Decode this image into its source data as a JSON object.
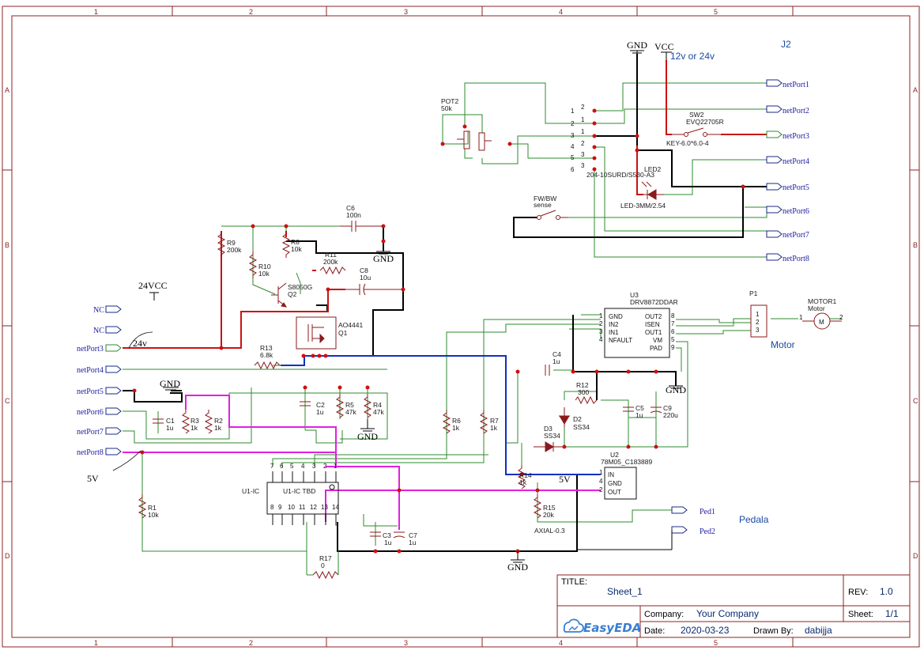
{
  "title_block": {
    "title_label": "TITLE:",
    "title": "Sheet_1",
    "rev_label": "REV:",
    "rev": "1.0",
    "company_label": "Company:",
    "company": "Your Company",
    "sheet_label": "Sheet:",
    "sheet": "1/1",
    "date_label": "Date:",
    "date": "2020-03-23",
    "drawn_label": "Drawn By:",
    "drawn_by": "dabijja",
    "logo": "EasyEDA"
  },
  "frame": {
    "columns": [
      "1",
      "2",
      "3",
      "4",
      "5"
    ],
    "rows": [
      "A",
      "B",
      "C",
      "D"
    ]
  },
  "power": {
    "gnd_top": "GND",
    "vcc": "VCC",
    "vcc_note": "12v or 24v",
    "j2": "J2",
    "vcc24": "24VCC",
    "gnd_mid": "GND",
    "gnd_c6": "GND",
    "gnd_r4": "GND",
    "gnd_u3": "GND",
    "gnd_bottom": "GND",
    "v5_label": "5V",
    "v5_small": "5V",
    "label_24v": "24v"
  },
  "nets_right": [
    "netPort1",
    "netPort2",
    "netPort3",
    "netPort4",
    "netPort5",
    "netPort6",
    "netPort7",
    "netPort8"
  ],
  "nets_left": {
    "nc1": "NC",
    "nc2": "NC",
    "np3": "netPort3",
    "np4": "netPort4",
    "np5": "netPort5",
    "np6": "netPort6",
    "np7": "netPort7",
    "np8": "netPort8"
  },
  "components": {
    "pot2": "POT2",
    "pot2_val": "50k",
    "sw2": "SW2",
    "sw2_val": "EVQ22705R",
    "sw2_fp": "KEY-6.0*6.0-4",
    "conn": "204-10SURD/S530-A3",
    "led2": "LED2",
    "led2_fp": "LED-3MM/2.54",
    "fwbw": "FW/BW",
    "sense": "sense",
    "c6": "C6",
    "c6_val": "100n",
    "r9": "R9",
    "r9_val": "200k",
    "r8": "R8",
    "r8_val": "10k",
    "r10": "R10",
    "r10_val": "10k",
    "r11": "R11",
    "r11_val": "200k",
    "c8": "C8",
    "c8_val": "10u",
    "q2": "S8050G",
    "q2_ref": "Q2",
    "q1": "AO4441",
    "q1_ref": "Q1",
    "r13": "R13",
    "r13_val": "6.8k",
    "c1": "C1",
    "c1_val": "1u",
    "r3": "R3",
    "r3_val": "1k",
    "r2": "R2",
    "r2_val": "1k",
    "c2": "C2",
    "c2_val": "1u",
    "r5": "R5",
    "r5_val": "47k",
    "r4": "R4",
    "r4_val": "47k",
    "r6": "R6",
    "r6_val": "1k",
    "r7": "R7",
    "r7_val": "1k",
    "u1_ref": "U1-IC",
    "u1_name": "U1-IC TBD",
    "r1": "R1",
    "r1_val": "10k",
    "r17": "R17",
    "r17_val": "0",
    "c3": "C3",
    "c3_val": "1u",
    "c7": "C7",
    "c7_val": "1u",
    "r14": "R14",
    "r14_val": "1k",
    "r15": "R15",
    "r15_val": "20k",
    "r15_fp": "AXIAL-0.3",
    "u3": "U3",
    "u3_name": "DRV8872DDAR",
    "c4": "C4",
    "c4_val": "1u",
    "r12": "R12",
    "r12_val": "300",
    "d2": "D2",
    "d2_val": "SS34",
    "d3": "D3",
    "d3_val": "SS34",
    "c5": "C5",
    "c5_val": "1u",
    "c9": "C9",
    "c9_val": "220u",
    "u2": "U2",
    "u2_name": "78M05_C183889",
    "p1": "P1",
    "motor1": "MOTOR1",
    "motor_sub": "Motor",
    "motor_letter": "M",
    "motor_label": "Motor",
    "pedala": "Pedala",
    "ped1": "Ped1",
    "ped2": "Ped2"
  },
  "u3_pins": [
    "GND",
    "IN2",
    "IN1",
    "NFAULT",
    "OUT2",
    "ISEN",
    "OUT1",
    "VM",
    "PAD"
  ],
  "u2_pins": [
    "IN",
    "GND",
    "OUT"
  ],
  "colors": {
    "frame": "#8b2323",
    "wire_green": "#2e8b2e",
    "wire_red": "#cc1111",
    "wire_black": "#000000",
    "wire_blue": "#1030c0",
    "wire_magenta": "#e020e0",
    "part": "#8b1a1a"
  }
}
